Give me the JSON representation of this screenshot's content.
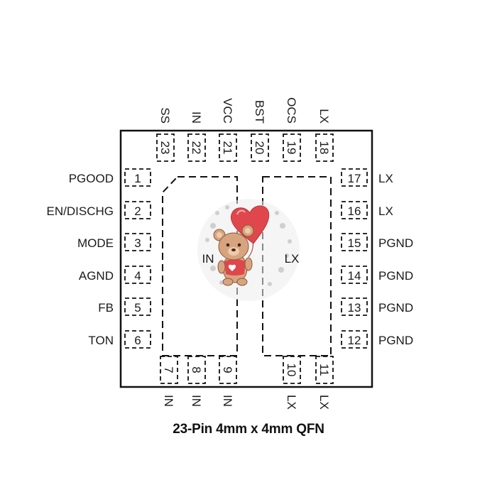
{
  "package_caption": "23-Pin 4mm x 4mm QFN",
  "pins": {
    "left": [
      {
        "num": "1",
        "name": "PGOOD"
      },
      {
        "num": "2",
        "name": "EN/DISCHG"
      },
      {
        "num": "3",
        "name": "MODE"
      },
      {
        "num": "4",
        "name": "AGND"
      },
      {
        "num": "5",
        "name": "FB"
      },
      {
        "num": "6",
        "name": "TON"
      }
    ],
    "bottom": [
      {
        "num": "7",
        "name": "IN"
      },
      {
        "num": "8",
        "name": "IN"
      },
      {
        "num": "9",
        "name": "IN"
      },
      {
        "num": "10",
        "name": "LX"
      },
      {
        "num": "11",
        "name": "LX"
      }
    ],
    "right": [
      {
        "num": "12",
        "name": "PGND"
      },
      {
        "num": "13",
        "name": "PGND"
      },
      {
        "num": "14",
        "name": "PGND"
      },
      {
        "num": "15",
        "name": "PGND"
      },
      {
        "num": "16",
        "name": "LX"
      },
      {
        "num": "17",
        "name": "LX"
      }
    ],
    "top": [
      {
        "num": "18",
        "name": "LX"
      },
      {
        "num": "19",
        "name": "OCS"
      },
      {
        "num": "20",
        "name": "BST"
      },
      {
        "num": "21",
        "name": "VCC"
      },
      {
        "num": "22",
        "name": "IN"
      },
      {
        "num": "23",
        "name": "SS"
      }
    ]
  },
  "pads": {
    "left_pad_label": "IN",
    "right_pad_label": "LX"
  },
  "colors": {
    "outline": "#111111",
    "pad_label": "#777777",
    "heart": "#e0474c",
    "bear": "#d8a47f"
  },
  "watermark_icon": "teddy-bear-heart-balloon-icon"
}
